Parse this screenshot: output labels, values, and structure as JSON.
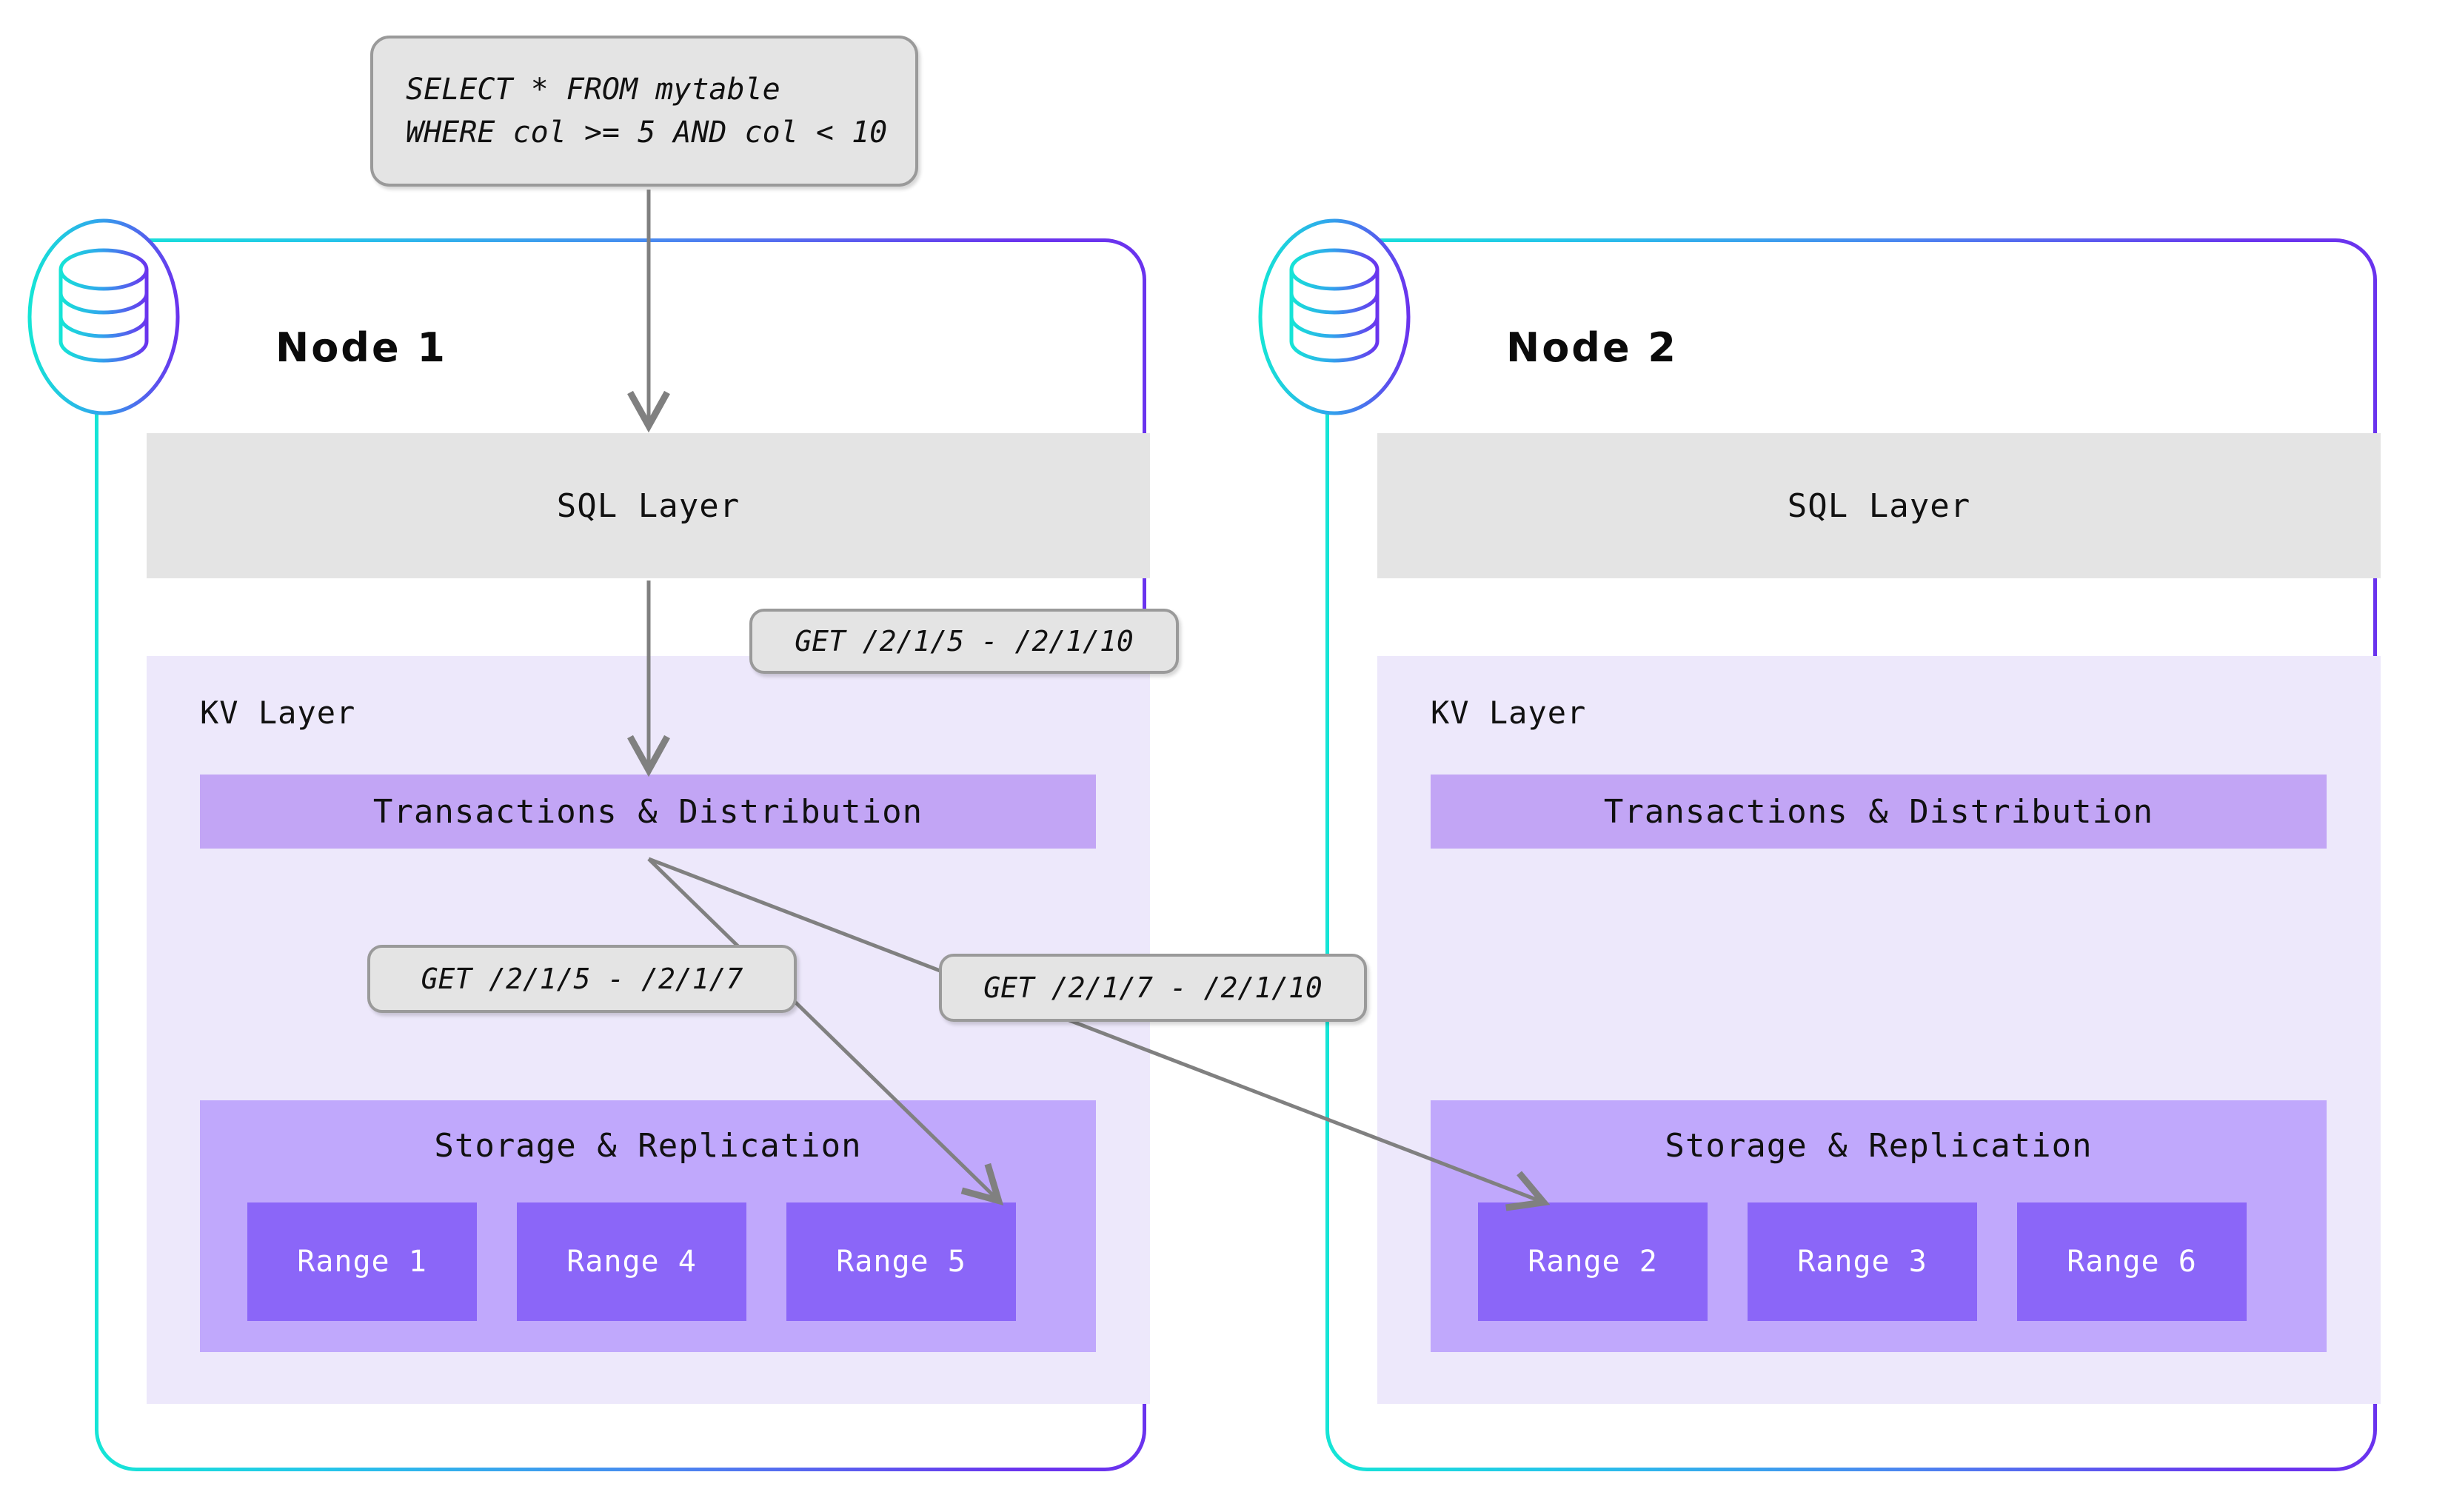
{
  "query_callout": {
    "name": "sql-query",
    "lines": [
      "SELECT * FROM mytable",
      "WHERE col >= 5 AND col < 10"
    ]
  },
  "colors": {
    "node_border_start": "#15E5D6",
    "node_border_end": "#6A33EE",
    "sql_layer_bg": "#E4E4E4",
    "kv_layer_bg": "#EDE8FB",
    "transactions_bg": "#C2A5F5",
    "storage_bg": "#C0A8FC",
    "range_bg": "#8B66F8",
    "range_text": "#FFFFFF",
    "callout_bg": "#E4E4E4",
    "callout_border": "#9A9A9A",
    "arrow": "#808080",
    "text": "#111111"
  },
  "nodes": [
    {
      "id": "node-1",
      "title": "Node 1",
      "icon": "database-icon",
      "sql_layer_label": "SQL Layer",
      "kv_layer_label": "KV Layer",
      "transactions_label": "Transactions & Distribution",
      "storage_label": "Storage & Replication",
      "ranges": [
        "Range 1",
        "Range 4",
        "Range 5"
      ]
    },
    {
      "id": "node-2",
      "title": "Node 2",
      "icon": "database-icon",
      "sql_layer_label": "SQL Layer",
      "kv_layer_label": "KV Layer",
      "transactions_label": "Transactions & Distribution",
      "storage_label": "Storage & Replication",
      "ranges": [
        "Range 2",
        "Range 3",
        "Range 6"
      ]
    }
  ],
  "get_callouts": [
    {
      "id": "get-top",
      "label": "GET /2/1/5 - /2/1/10"
    },
    {
      "id": "get-left",
      "label": "GET /2/1/5 - /2/1/7"
    },
    {
      "id": "get-right",
      "label": "GET /2/1/7 - /2/1/10"
    }
  ],
  "arrows": [
    {
      "name": "query-to-sql-layer",
      "from": "sql-query",
      "to": "node-1-sql-layer"
    },
    {
      "name": "sql-layer-to-transactions",
      "from": "node-1-sql-layer",
      "to": "node-1-transactions"
    },
    {
      "name": "transactions-to-range-5",
      "from": "node-1-transactions",
      "to": "node-1-range-5"
    },
    {
      "name": "transactions-to-node2-range-2",
      "from": "node-1-transactions",
      "to": "node-2-range-2"
    }
  ]
}
